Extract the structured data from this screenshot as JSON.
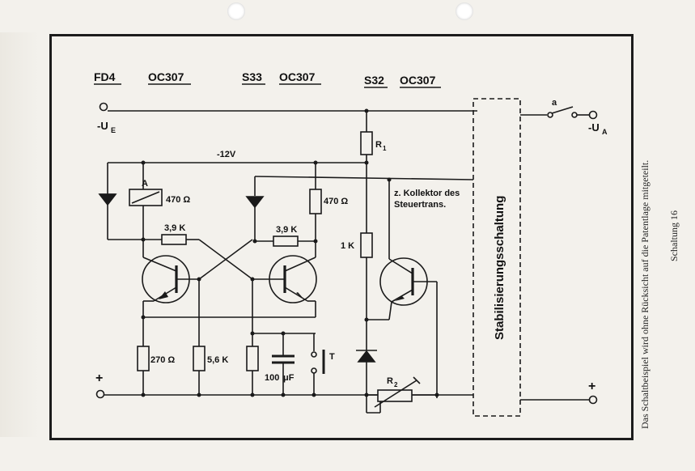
{
  "headers": {
    "t1_type": "FD4",
    "t1_model": "OC307",
    "t2_type": "S33",
    "t2_model": "OC307",
    "t3_type": "S32",
    "t3_model": "OC307"
  },
  "labels": {
    "ue": "-U",
    "ue_sub": "E",
    "ua": "-U",
    "ua_sub": "A",
    "switch_a": "a",
    "minus12": "-12V",
    "relay_a": "A",
    "r470_left": "470 Ω",
    "r470_right": "470 Ω",
    "r39k_left": "3,9 K",
    "r39k_right": "3,9 K",
    "r270": "270 Ω",
    "r56k": "5,6 K",
    "cap100": "100",
    "cap_unit": "μF",
    "switch_t": "T",
    "r1": "R",
    "r1_sub": "1",
    "r1k": "1 K",
    "r2": "R",
    "r2_sub": "2",
    "kollektor_line1": "z. Kollektor des",
    "kollektor_line2": "Steuertrans.",
    "stab_box": "Stabilisierungsschaltung",
    "plus_left": "+",
    "plus_right": "+"
  },
  "side_text": {
    "caption": "Das Schaltbeispiel wird ohne Rücksicht auf die Patentlage mitgeteilt.",
    "figure": "Schaltung 16"
  }
}
